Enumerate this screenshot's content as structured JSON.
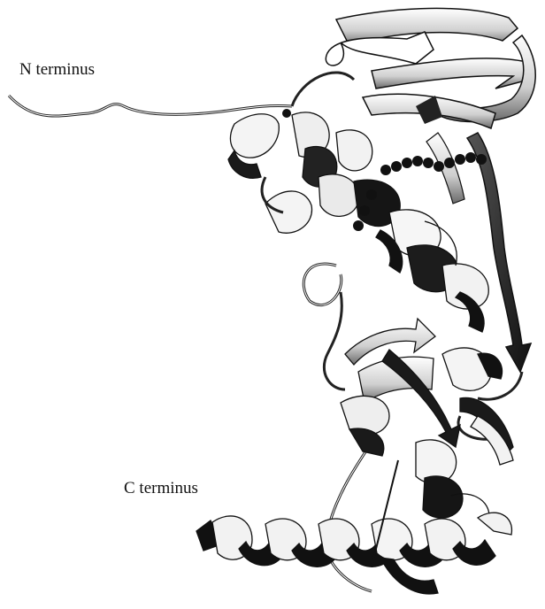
{
  "labels": {
    "n_terminus": "N terminus",
    "c_terminus": "C terminus"
  },
  "colors": {
    "ribbon_dark": "#1a1a1a",
    "ribbon_light": "#f2f2f2",
    "ribbon_mid": "#9a9a9a",
    "coil": "#2a2a2a",
    "background": "#ffffff"
  },
  "structure": {
    "helix_count": 9,
    "strand_count": 8,
    "ligand_atoms": 14
  }
}
